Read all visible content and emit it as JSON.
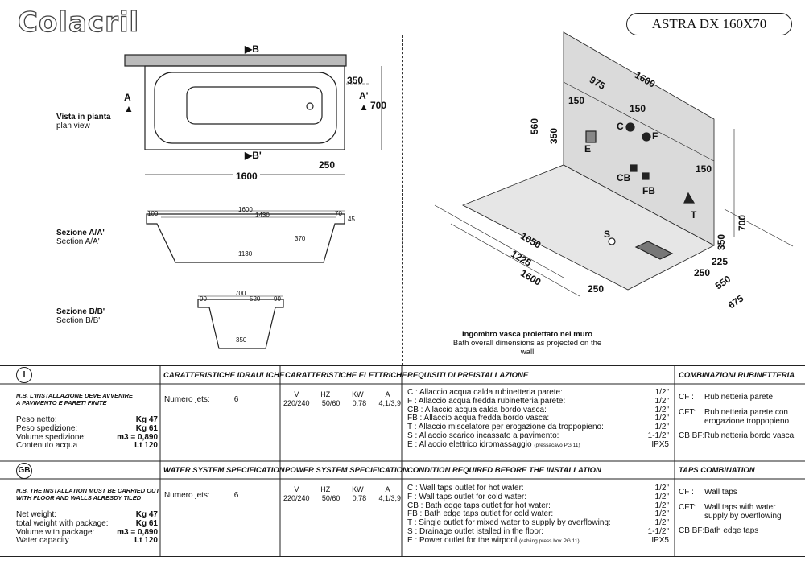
{
  "brand": "Colacril",
  "model": "ASTRA DX 160X70",
  "plan": {
    "label_it": "Vista in pianta",
    "label_en": "plan view",
    "marker_b": "B",
    "marker_b2": "B'",
    "marker_a": "A",
    "marker_a2": "A'",
    "d350": "350",
    "d700": "700",
    "d250": "250",
    "d1600": "1600"
  },
  "sectionA": {
    "label_it": "Sezione A/A'",
    "label_en": "Section A/A'",
    "d100": "100",
    "d1600": "1600",
    "d1430": "1430",
    "d70": "70",
    "d45": "45",
    "d370": "370",
    "d1130": "1130"
  },
  "sectionB": {
    "label_it": "Sezione B/B'",
    "label_en": "Section B/B'",
    "d700": "700",
    "d90l": "90",
    "d520": "520",
    "d90r": "90",
    "d350": "350"
  },
  "iso": {
    "d975": "975",
    "d1600top": "1600",
    "d150a": "150",
    "d150b": "150",
    "d560": "560",
    "d350": "350",
    "C": "C",
    "F": "F",
    "E": "E",
    "CB": "CB",
    "FB": "FB",
    "d150c": "150",
    "T": "T",
    "d700": "700",
    "S": "S",
    "d1050": "1050",
    "d1225": "1225",
    "d1600": "1600",
    "d250a": "250",
    "d350b": "350",
    "d225": "225",
    "d250b": "250",
    "d550": "550",
    "d675": "675",
    "caption_it": "Ingombro vasca proiettato nel muro",
    "caption_en": "Bath overall dimensions as projected on the wall"
  },
  "italian": {
    "flag": "I",
    "note": [
      "N.B. L'INSTALLAZIONE DEVE AVVENIRE",
      "A PAVIMENTO E PARETI FINITE"
    ],
    "weights": [
      {
        "k": "Peso netto:",
        "v": "Kg 47"
      },
      {
        "k": "Peso spedizione:",
        "v": "Kg 61"
      },
      {
        "k": "Volume spedizione:",
        "v": "m3 = 0,890"
      },
      {
        "k": "Contenuto acqua",
        "v": "Lt 120"
      }
    ],
    "hydro_header": "CARATTERISTICHE IDRAULICHE",
    "jets_label": "Numero jets:",
    "jets_value": "6",
    "elec_header": "CARATTERISTICHE ELETTRICHE",
    "elec_cols": [
      "V",
      "HZ",
      "KW",
      "A"
    ],
    "elec_vals": [
      "220/240",
      "50/60",
      "0,78",
      "4,1/3,9"
    ],
    "req_header": "REQUISITI DI PREISTALLAZIONE",
    "reqs": [
      {
        "t": "C : Allaccio acqua calda rubinetteria parete:",
        "v": "1/2\""
      },
      {
        "t": "F : Allaccio acqua fredda rubinetteria parete:",
        "v": "1/2\""
      },
      {
        "t": "CB : Allaccio acqua calda bordo vasca:",
        "v": "1/2\""
      },
      {
        "t": "FB : Allaccio acqua fredda bordo vasca:",
        "v": "1/2\""
      },
      {
        "t": "T : Allaccio miscelatore per erogazione da troppopieno:",
        "v": "1/2\""
      },
      {
        "t": "S : Allaccio scarico incassato a pavimento:",
        "v": "1-1/2\""
      },
      {
        "t": "E : Allaccio elettrico idromassaggio",
        "v": "IPX5",
        "small": "(pressacavo PG 11)"
      }
    ],
    "comb_header": "COMBINAZIONI RUBINETTERIA",
    "combs": [
      {
        "code": "CF :",
        "desc": "Rubinetteria parete"
      },
      {
        "code": "CFT:",
        "desc": "Rubinetteria parete con erogazione troppopieno"
      },
      {
        "code": "CB BF:",
        "desc": "Rubinetteria bordo vasca"
      }
    ]
  },
  "english": {
    "flag": "GB",
    "note": [
      "N.B. THE INSTALLATION MUST BE CARRIED OUT",
      "WITH FLOOR AND WALLS ALRESDY TILED"
    ],
    "weights": [
      {
        "k": "Net weight:",
        "v": "Kg 47"
      },
      {
        "k": "total weight with package:",
        "v": "Kg 61"
      },
      {
        "k": "Volume with package:",
        "v": "m3 = 0,890"
      },
      {
        "k": "Water capacity",
        "v": "Lt 120"
      }
    ],
    "hydro_header": "WATER SYSTEM SPECIFICATION",
    "jets_label": "Numero jets:",
    "jets_value": "6",
    "elec_header": "POWER SYSTEM SPECIFICATION",
    "elec_cols": [
      "V",
      "HZ",
      "KW",
      "A"
    ],
    "elec_vals": [
      "220/240",
      "50/60",
      "0,78",
      "4,1/3,9"
    ],
    "req_header": "CONDITION REQUIRED BEFORE THE INSTALLATION",
    "reqs": [
      {
        "t": "C : Wall taps outlet for hot water:",
        "v": "1/2\""
      },
      {
        "t": "F : Wall taps outlet for cold water:",
        "v": "1/2\""
      },
      {
        "t": "CB : Bath edge taps outlet for hot water:",
        "v": "1/2\""
      },
      {
        "t": "FB : Bath edge taps outlet for cold water:",
        "v": "1/2\""
      },
      {
        "t": "T : Single outlet for mixed water to supply by overflowing:",
        "v": "1/2\""
      },
      {
        "t": "S : Drainage outlet istalled in the floor:",
        "v": "1-1/2\""
      },
      {
        "t": "E : Power outlet for the wirpool",
        "v": "IPX5",
        "small": "(cabling press box PG 11)"
      }
    ],
    "comb_header": "TAPS COMBINATION",
    "combs": [
      {
        "code": "CF :",
        "desc": "Wall taps"
      },
      {
        "code": "CFT:",
        "desc": "Wall taps with water supply by overflowing"
      },
      {
        "code": "CB BF:",
        "desc": "Bath edge taps"
      }
    ]
  }
}
